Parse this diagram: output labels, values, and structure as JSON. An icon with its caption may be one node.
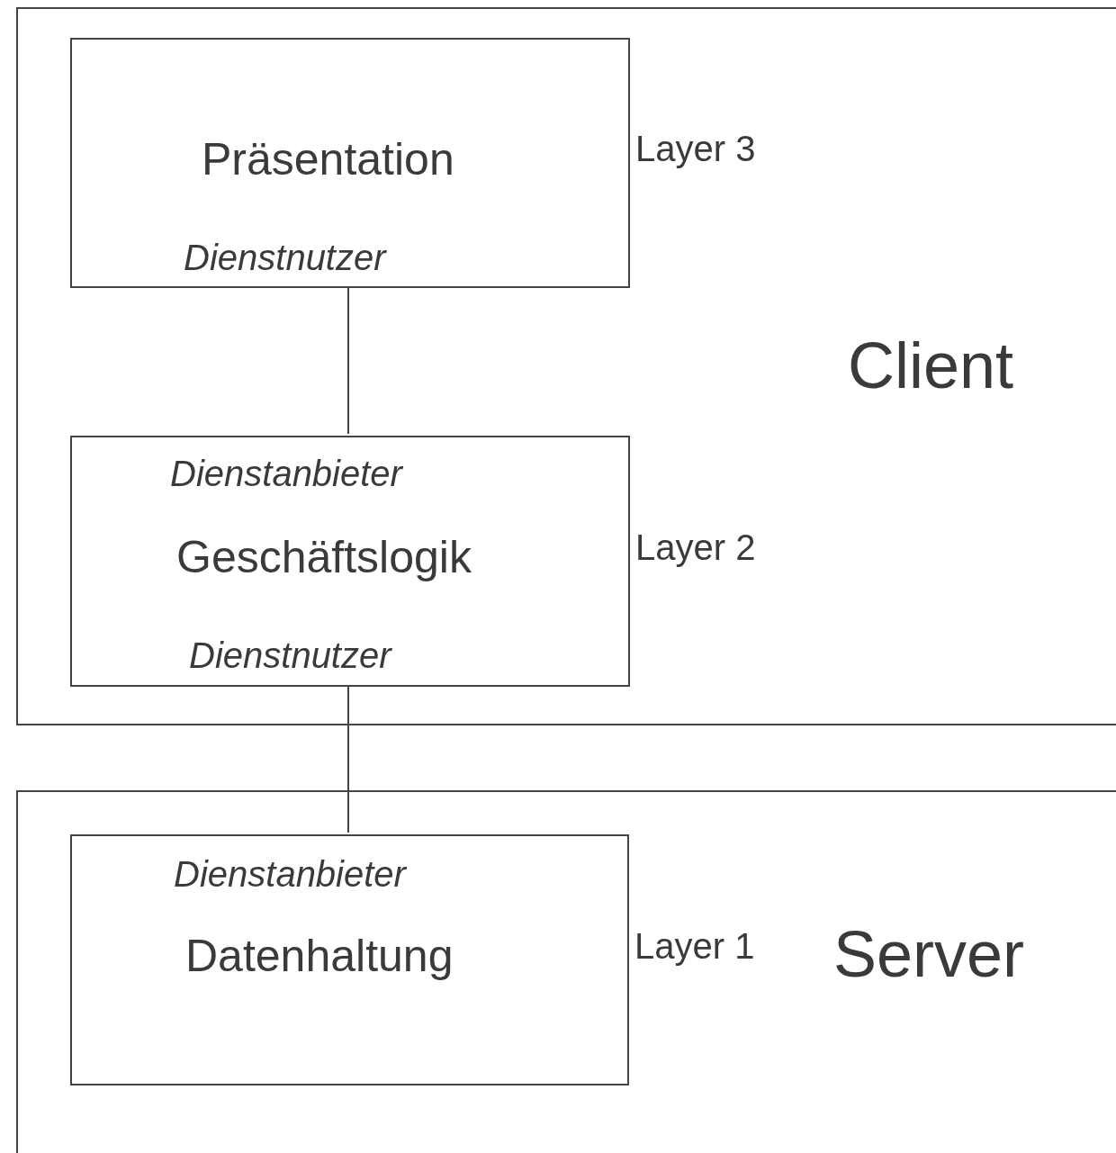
{
  "diagram": {
    "nodes": [
      {
        "text": [
          "Client"
        ]
      },
      {
        "text": [
          "Präsentation",
          "Dienstnutzer"
        ],
        "in": 0,
        "beside": [
          "Layer 3"
        ]
      },
      {
        "text": [
          "Dienstanbieter",
          "Geschäftslogik",
          "Dienstnutzer"
        ],
        "in": 0,
        "beside": [
          "Layer 2"
        ]
      },
      {
        "text": [
          "Server"
        ]
      },
      {
        "text": [
          "Dienstanbieter",
          "Datenhaltung"
        ],
        "in": 3,
        "beside": [
          "Layer 1"
        ]
      }
    ],
    "edges": [
      {
        "from": 1,
        "to": 2,
        "arrow": "none"
      },
      {
        "from": 2,
        "to": 4,
        "arrow": "none"
      }
    ]
  }
}
